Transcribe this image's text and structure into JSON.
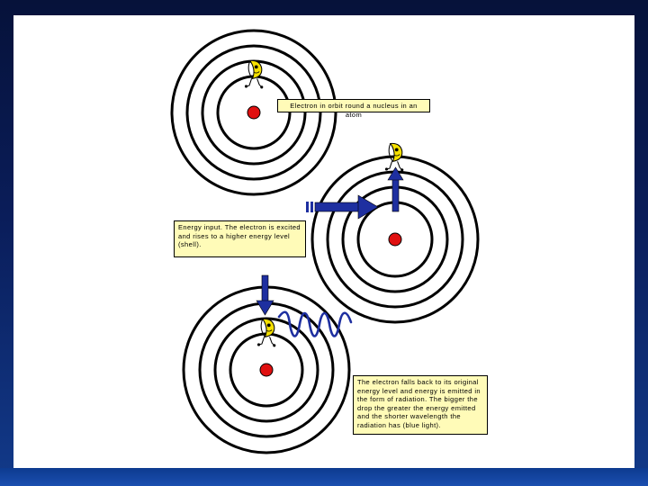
{
  "slide": {
    "caption_orbit": "Electron in orbit round a nucleus in an atom",
    "caption_excite": "Energy input. The electron is excited and rises to a higher energy level (shell).",
    "caption_emit": "The electron falls back to its original energy level and energy is emitted in the form of radiation. The bigger the drop the greater the energy emitted and the shorter wavelength the radiation has (blue light)."
  },
  "colors": {
    "background_dark": "#06123a",
    "slide": "#ffffff",
    "nucleus": "#e01010",
    "arrow": "#1e2fa0",
    "callout": "#fffbb8",
    "electron": "#f5e000"
  },
  "icons": [
    "electron-character-icon",
    "nucleus-dot",
    "energy-arrow-icon",
    "wave-icon"
  ]
}
